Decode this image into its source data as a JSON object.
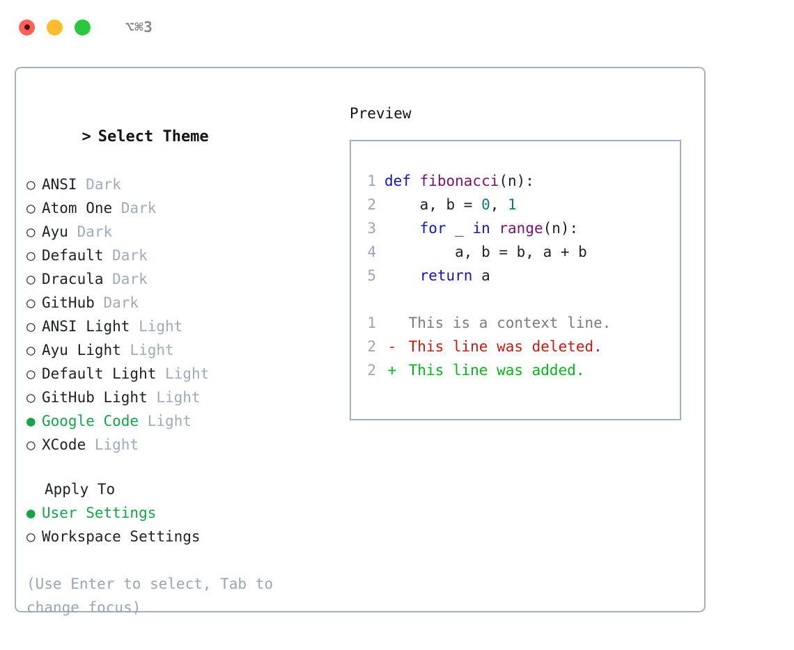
{
  "titlebar": {
    "shortcut": "⌥⌘3",
    "lights": [
      {
        "name": "close-button",
        "color": "#ff6159"
      },
      {
        "name": "minimize-button",
        "color": "#ffbd2e"
      },
      {
        "name": "maximize-button",
        "color": "#28c840"
      }
    ]
  },
  "theme_panel": {
    "header": "Select Theme",
    "caret": ">",
    "bullet_unselected": "○",
    "bullet_selected": "●",
    "accent_color": "#16a34a",
    "variant_color": "#a0abb8",
    "items": [
      {
        "name": "ANSI",
        "variant": "Dark",
        "selected": false
      },
      {
        "name": "Atom One",
        "variant": "Dark",
        "selected": false
      },
      {
        "name": "Ayu",
        "variant": "Dark",
        "selected": false
      },
      {
        "name": "Default",
        "variant": "Dark",
        "selected": false
      },
      {
        "name": "Dracula",
        "variant": "Dark",
        "selected": false
      },
      {
        "name": "GitHub",
        "variant": "Dark",
        "selected": false
      },
      {
        "name": "ANSI Light",
        "variant": "Light",
        "selected": false
      },
      {
        "name": "Ayu Light",
        "variant": "Light",
        "selected": false
      },
      {
        "name": "Default Light",
        "variant": "Light",
        "selected": false
      },
      {
        "name": "GitHub Light",
        "variant": "Light",
        "selected": false
      },
      {
        "name": "Google Code",
        "variant": "Light",
        "selected": true
      },
      {
        "name": "XCode",
        "variant": "Light",
        "selected": false
      }
    ]
  },
  "apply_to": {
    "heading": "Apply To",
    "items": [
      {
        "name": "User Settings",
        "selected": true
      },
      {
        "name": "Workspace Settings",
        "selected": false
      }
    ]
  },
  "hint": "(Use Enter to select, Tab to\nchange focus)",
  "preview": {
    "title": "Preview",
    "code_lines": [
      {
        "lineno": "1",
        "tokens": [
          {
            "text": "def ",
            "cls": "kw"
          },
          {
            "text": "fibonacci",
            "cls": "fn"
          },
          {
            "text": "(n):",
            "cls": "pln"
          }
        ]
      },
      {
        "lineno": "2",
        "tokens": [
          {
            "text": "    a, b = ",
            "cls": "pln"
          },
          {
            "text": "0",
            "cls": "num"
          },
          {
            "text": ", ",
            "cls": "pln"
          },
          {
            "text": "1",
            "cls": "num"
          }
        ]
      },
      {
        "lineno": "3",
        "tokens": [
          {
            "text": "    for ",
            "cls": "kw"
          },
          {
            "text": "_ ",
            "cls": "pln"
          },
          {
            "text": "in ",
            "cls": "kw"
          },
          {
            "text": "range",
            "cls": "fn"
          },
          {
            "text": "(n):",
            "cls": "pln"
          }
        ]
      },
      {
        "lineno": "4",
        "tokens": [
          {
            "text": "        a, b = b, a + b",
            "cls": "pln"
          }
        ]
      },
      {
        "lineno": "5",
        "tokens": [
          {
            "text": "    return ",
            "cls": "kw"
          },
          {
            "text": "a",
            "cls": "pln"
          }
        ]
      }
    ],
    "diff_lines": [
      {
        "lineno": "1",
        "marker": " ",
        "text": "This is a context line.",
        "kind": "ctx"
      },
      {
        "lineno": "2",
        "marker": "-",
        "text": "This line was deleted.",
        "kind": "del"
      },
      {
        "lineno": "2",
        "marker": "+",
        "text": "This line was added.",
        "kind": "add"
      }
    ],
    "syntax_colors": {
      "keyword": "#1414b8",
      "function": "#7b1070",
      "number": "#0b7a75",
      "plain": "#1c2125",
      "lineno": "#9aa5b1",
      "diff_context": "#7b7b7b",
      "diff_deleted": "#c21a13",
      "diff_added": "#00b81a"
    }
  }
}
